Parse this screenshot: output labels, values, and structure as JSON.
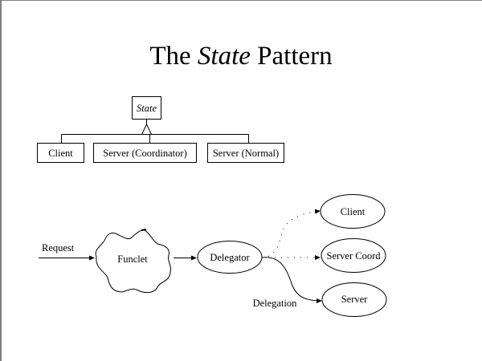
{
  "title": {
    "prefix": "The ",
    "emphasis": "State",
    "suffix": " Pattern"
  },
  "class_diagram": {
    "parent": {
      "label": "State",
      "italic": true
    },
    "children": [
      {
        "label": "Client"
      },
      {
        "label": "Server (Coordinator)"
      },
      {
        "label": "Server (Normal)"
      }
    ],
    "relationship": "inheritance"
  },
  "flow_diagram": {
    "request_label": "Request",
    "funclet_label": "Funclet",
    "delegator_label": "Delegator",
    "delegation_label": "Delegation",
    "targets": [
      {
        "label": "Client",
        "edge_style": "dotted"
      },
      {
        "label": "Server Coord",
        "edge_style": "dotted"
      },
      {
        "label": "Server",
        "edge_style": "solid"
      }
    ]
  },
  "colors": {
    "background": "#ffffff",
    "ink": "#000000",
    "frame": "#808080"
  }
}
